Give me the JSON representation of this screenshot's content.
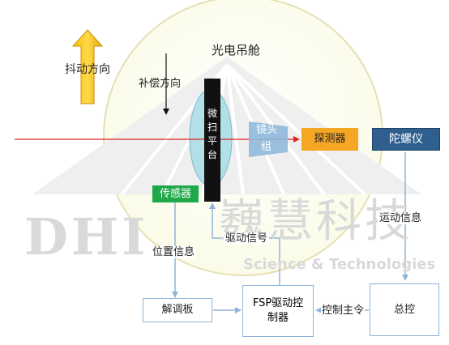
{
  "diagram": {
    "pod_title": "光电吊舱",
    "shake_label": "抖动方向",
    "compensation_label": "补偿方向",
    "platform_chars": [
      "微",
      "扫",
      "平",
      "台"
    ],
    "lens_chars": [
      "镜头",
      "组"
    ],
    "detector": "探测器",
    "gyro": "陀螺仪",
    "sensor": "传感器",
    "motion_info": "运动信息",
    "position_info": "位置信息",
    "drive_signal": "驱动信号",
    "demod_board": "解调板",
    "fsp_controller_lines": [
      "FSP驱动控",
      "制器"
    ],
    "control_command": "控制主令",
    "master_control": "总控"
  },
  "watermark": {
    "logo": "DHI",
    "cn_name": "巍慧科技",
    "en_name": "Science & Technologies"
  },
  "colors": {
    "detector_fill": "#f5a623",
    "gyro_fill": "#2f5f8f",
    "sensor_fill": "#1fa84a",
    "lens_fill": "#8fb8dc",
    "laser": "#e02020",
    "flow_arrow": "#8fb3d9",
    "shake_arrow": "#f5b000"
  }
}
